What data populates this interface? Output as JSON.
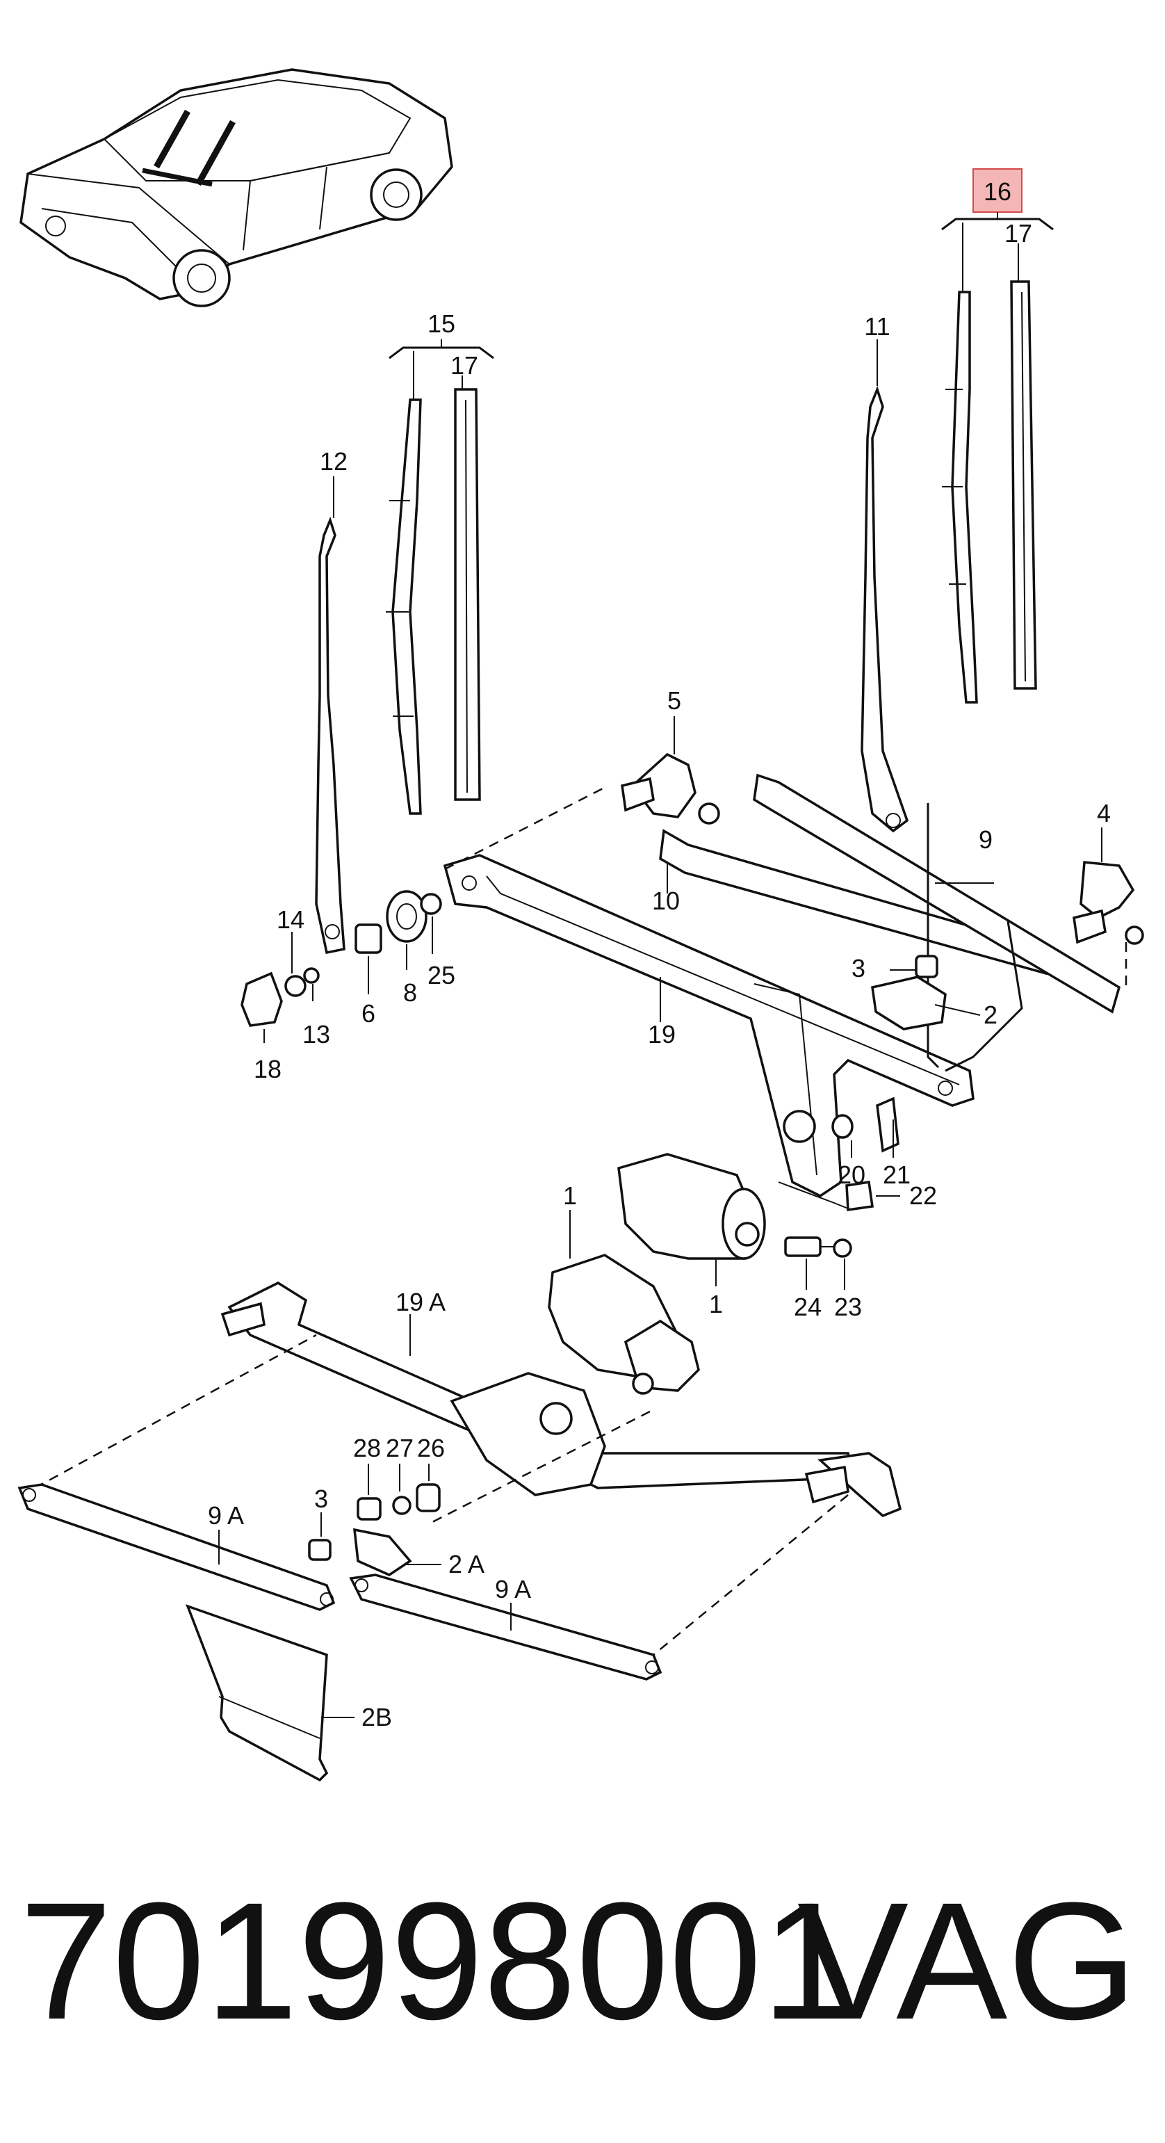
{
  "diagram": {
    "callouts": [
      {
        "id": "16",
        "highlighted": true
      },
      {
        "id": "17"
      },
      {
        "id": "15"
      },
      {
        "id": "11"
      },
      {
        "id": "12"
      },
      {
        "id": "5"
      },
      {
        "id": "4"
      },
      {
        "id": "9"
      },
      {
        "id": "10"
      },
      {
        "id": "14"
      },
      {
        "id": "13"
      },
      {
        "id": "18"
      },
      {
        "id": "6"
      },
      {
        "id": "8"
      },
      {
        "id": "25"
      },
      {
        "id": "19"
      },
      {
        "id": "3"
      },
      {
        "id": "2"
      },
      {
        "id": "20"
      },
      {
        "id": "21"
      },
      {
        "id": "22"
      },
      {
        "id": "1"
      },
      {
        "id": "24"
      },
      {
        "id": "23"
      },
      {
        "id": "19 A"
      },
      {
        "id": "28"
      },
      {
        "id": "27"
      },
      {
        "id": "26"
      },
      {
        "id": "9 A"
      },
      {
        "id": "2 A"
      },
      {
        "id": "2B"
      }
    ],
    "highlight_color": "#f4b6b6",
    "highlight_border": "#d44a4a"
  },
  "footer": {
    "part_number": "701998001",
    "brand": "VAG"
  }
}
